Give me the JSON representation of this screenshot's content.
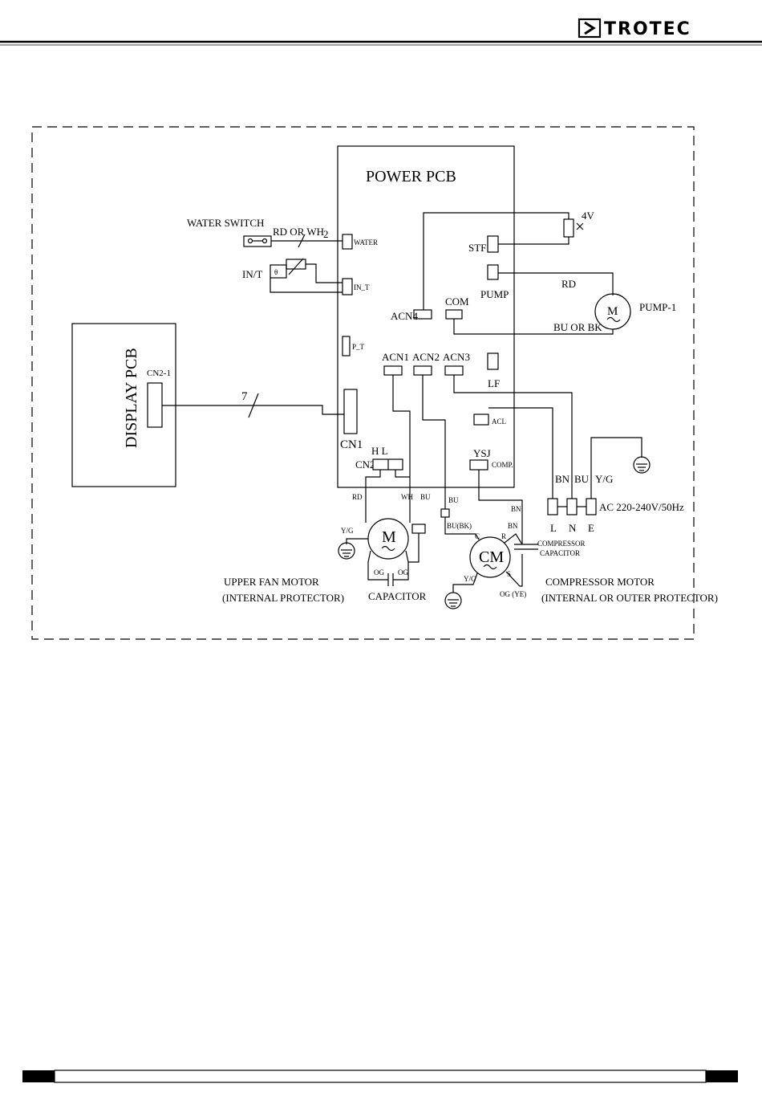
{
  "header": {
    "brand": "TROTEC",
    "logo_icon": "chevron-right-icon"
  },
  "diagram": {
    "power_pcb": "POWER PCB",
    "display_pcb": "DISPLAY PCB",
    "cn2_1": "CN2-1",
    "wire_count": "7",
    "cn1": "CN1",
    "cn2": "CN2",
    "cn2_hl": "H  L",
    "water_switch": "WATER SWITCH",
    "rd_or_wh": "RD OR WH",
    "two": "2",
    "water": "WATER",
    "in_t_left": "IN/T",
    "theta": "θ",
    "in_t": "IN_T",
    "p_t": "P_T",
    "four_v": "4V",
    "stf": "STF",
    "pump": "PUMP",
    "com": "COM",
    "acn4": "ACN4",
    "rd": "RD",
    "bu_or_bk": "BU OR BK",
    "motor_m": "M",
    "pump_1": "PUMP-1",
    "acn1": "ACN1",
    "acn2": "ACN2",
    "acn3": "ACN3",
    "lf": "LF",
    "acl": "ACL",
    "ysj": "YSJ",
    "comp": "COMP.",
    "bn": "BN",
    "bu": "BU",
    "yg": "Y/G",
    "supply": "AC 220-240V/50Hz",
    "l": "L",
    "n": "N",
    "e": "E",
    "fan_rd": "RD",
    "fan_wh": "WH",
    "fan_bu": "BU",
    "fan_yg": "Y/G",
    "og1": "OG",
    "og2": "OG",
    "capacitor": "CAPACITOR",
    "upper_fan_1": "UPPER FAN MOTOR",
    "upper_fan_2": "(INTERNAL PROTECTOR)",
    "bu_wire": "BU",
    "bu_bk": "BU(BK)",
    "bn_wire": "BN",
    "bn_c": "BN",
    "c_term": "C",
    "r_term": "R",
    "s_term": "S",
    "cm": "CM",
    "comp_cap_1": "COMPRESSOR",
    "comp_cap_2": "CAPACITOR",
    "comp_yg": "Y/G",
    "og_ye": "OG (YE)",
    "comp_motor_1": "COMPRESSOR MOTOR",
    "comp_motor_2": "(INTERNAL OR OUTER PROTECTOR)"
  }
}
